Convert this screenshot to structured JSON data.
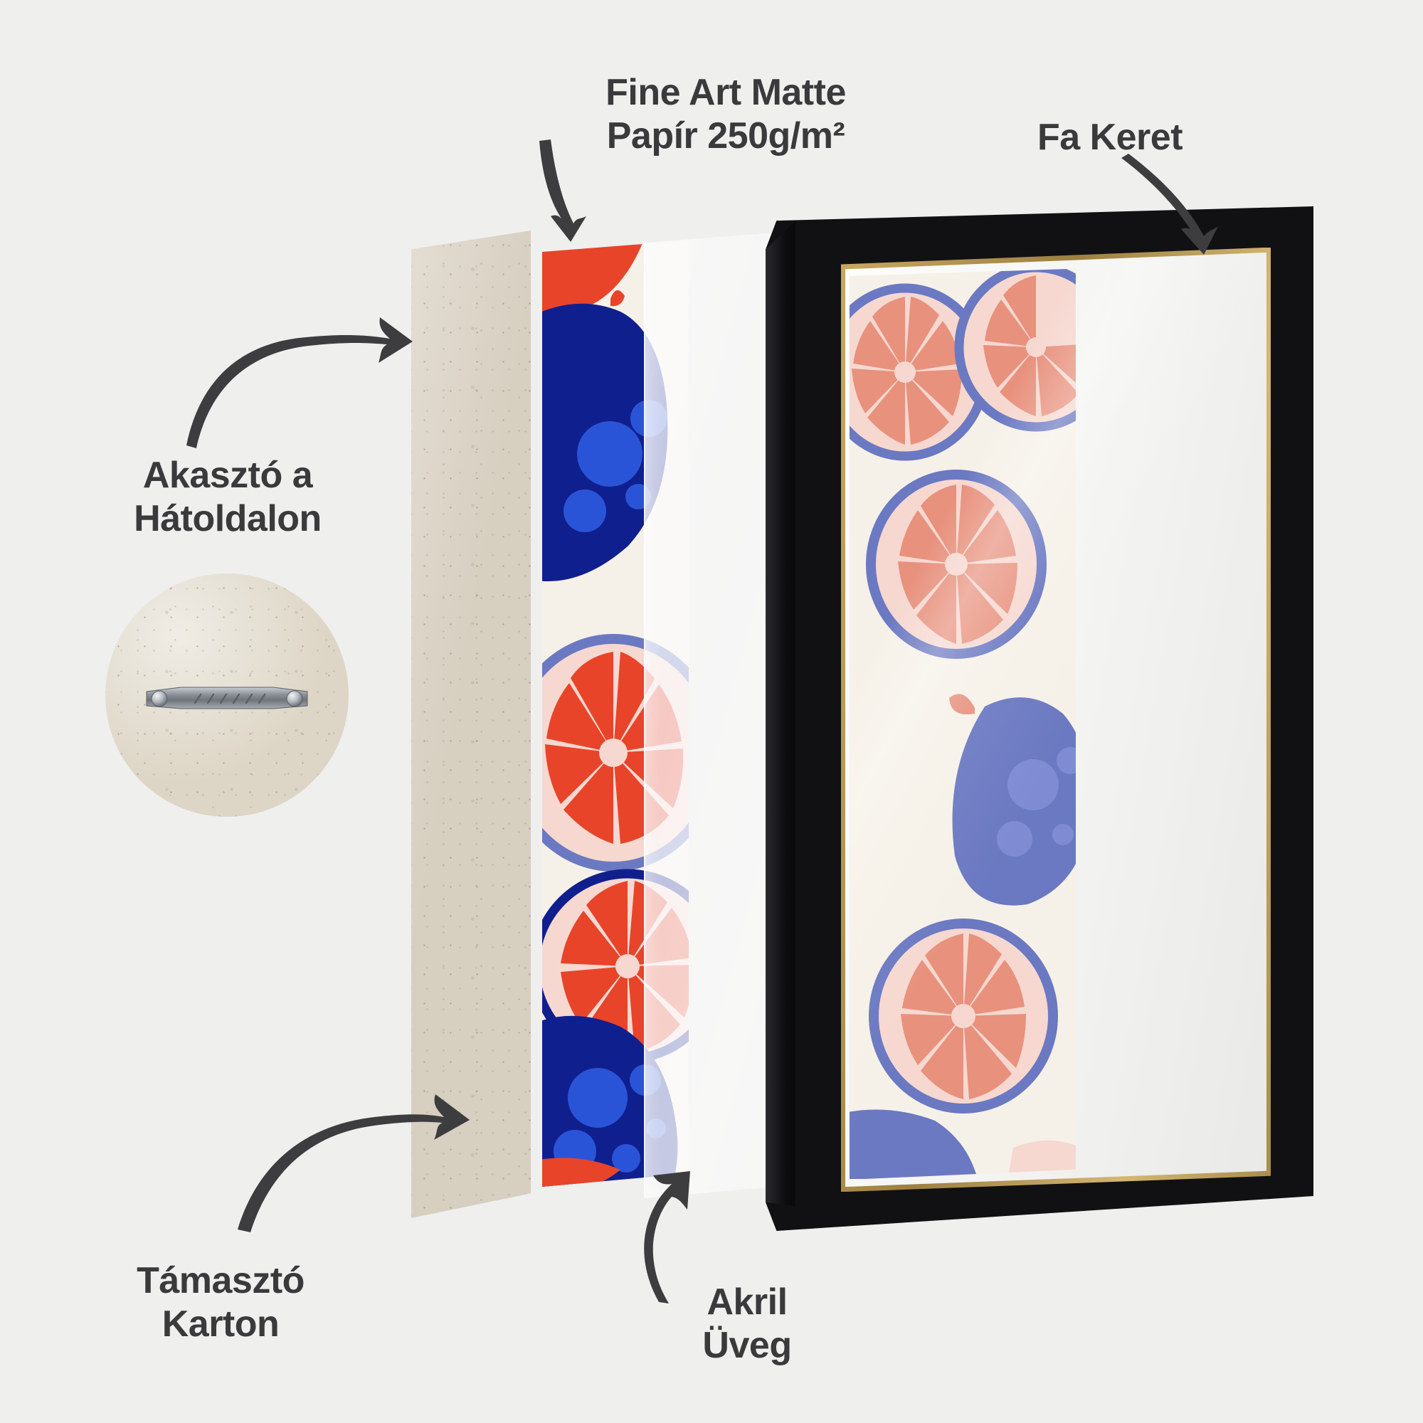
{
  "background_color": "#efefee",
  "text_color": "#3a3a3c",
  "callouts": [
    {
      "id": "paper",
      "label": "Fine Art Matte\nPapír 250g/m²",
      "arrow": "curved-arrow-down-icon"
    },
    {
      "id": "frame",
      "label": "Fa Keret",
      "arrow": "curved-arrow-down-left-icon"
    },
    {
      "id": "hanger",
      "label": "Akasztó a\nHátoldalon",
      "arrow": "curved-arrow-right-icon"
    },
    {
      "id": "board",
      "label": "Támasztó\nKarton",
      "arrow": "curved-arrow-up-right-icon"
    },
    {
      "id": "acrylic",
      "label": "Akril\nÜveg",
      "arrow": "curved-arrow-up-icon"
    }
  ],
  "components": {
    "backing_board": {
      "name": "Támasztó Karton",
      "color": "#d7cfc0"
    },
    "paper_print": {
      "name": "Fine Art Matte Papír 250g/m²",
      "paper_color": "#f6f1e8"
    },
    "acrylic_glass": {
      "name": "Akril Üveg",
      "tint": "#ffffff"
    },
    "wood_frame": {
      "name": "Fa Keret",
      "frame_color": "#111113",
      "inner_lip_color": "#c9a85e",
      "mat_color": "#fdfdfb"
    },
    "hanger": {
      "name": "Akasztó a Hátoldalon",
      "plate_color": "#8d8f93",
      "board_color": "#ddd6c6"
    }
  },
  "artwork": {
    "title": "Grapefruit and Fig Pattern",
    "palette": {
      "cream": "#f6f1e8",
      "red_orange": "#e8442a",
      "navy": "#101f8e",
      "bright_blue": "#2a54d8",
      "coral": "#e8917d",
      "pale_pink": "#f6d8d0",
      "periwinkle": "#6b79c2"
    }
  }
}
